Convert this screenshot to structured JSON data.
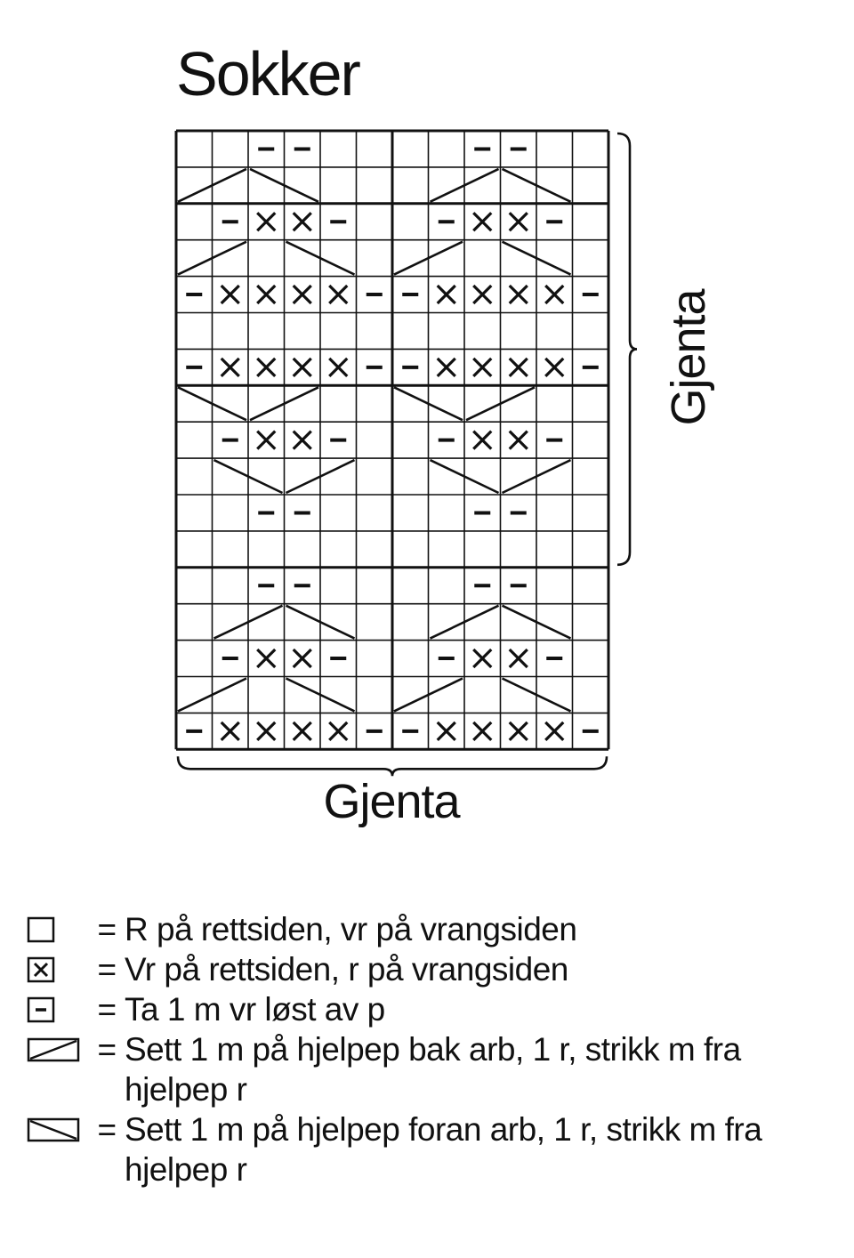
{
  "title": "Sokker",
  "repeat_horizontal": "Gjenta",
  "repeat_vertical": "Gjenta",
  "chart": {
    "cols": 12,
    "rows": 17,
    "grid": [
      ". . - - . . . . - - . .",
      "/ / \\ \\ . . . / / \\ \\ .",
      ". - x x - . . - x x - .",
      "/ / . \\ \\ . / / . \\ \\ .",
      "- x x x x - - x x x x -",
      ". . . . . . . . . . . .",
      "- x x x x - - x x x x -",
      "\\ \\ / / . . \\ \\ / / . .",
      ". - x x - . . - x x - .",
      ". \\ \\ / / . . \\ \\ / / .",
      ". . - - . . . . - - . .",
      ". . . . . . . . . . . .",
      ". . - - . . . . - - . .",
      ". / / \\ \\ . . / / \\ \\ .",
      ". - x x - . . - x x - .",
      "/ / . \\ \\ . / / . \\ \\ .",
      "- x x x x - - x x x x -"
    ]
  },
  "legend": [
    {
      "icon": "knit-square-icon",
      "eq": "=",
      "text": "R på rettsiden, vr på vrangsiden"
    },
    {
      "icon": "purl-x-icon",
      "eq": "=",
      "text": "Vr på rettsiden, r på vrangsiden"
    },
    {
      "icon": "slip-dash-icon",
      "eq": "=",
      "text": "Ta 1 m vr løst av p"
    },
    {
      "icon": "right-cross-icon",
      "eq": "=",
      "text": "Sett 1 m på hjelpep bak arb, 1 r, strikk m fra hjelpep r"
    },
    {
      "icon": "left-cross-icon",
      "eq": "=",
      "text": "Sett 1 m på hjelpep foran arb, 1 r, strikk m fra hjelpep r"
    }
  ]
}
